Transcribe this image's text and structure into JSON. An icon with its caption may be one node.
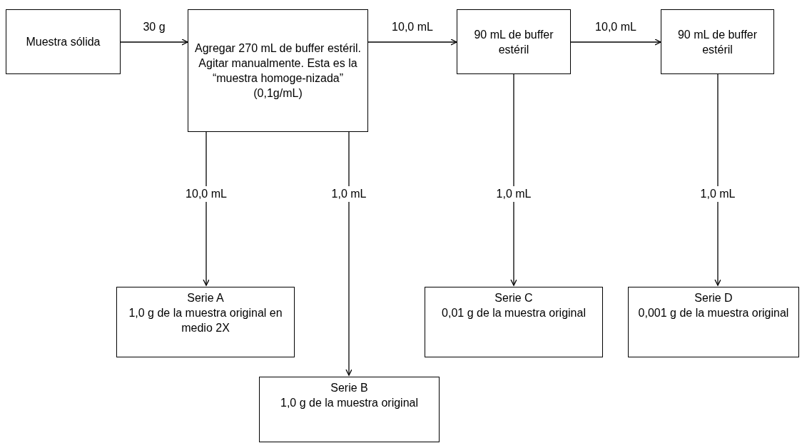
{
  "diagram": {
    "nodes": [
      {
        "text": [
          "Muestra sólida"
        ]
      },
      {
        "text": [
          "Agregar 270 mL de buffer estéril. Agitar manualmente. Esta es la “muestra homoge-nizada” (0,1g/mL)"
        ]
      },
      {
        "text": [
          "90 mL de buffer estéril"
        ]
      },
      {
        "text": [
          "90 mL de buffer estéril"
        ]
      },
      {
        "text": [
          "Serie A",
          "1,0 g de la muestra original en medio 2X"
        ]
      },
      {
        "text": [
          "Serie B",
          "1,0 g de la muestra original"
        ]
      },
      {
        "text": [
          "Serie C",
          "0,01 g de la muestra original"
        ]
      },
      {
        "text": [
          "Serie D",
          "0,001 g de la muestra original"
        ]
      }
    ],
    "edges": [
      {
        "from": 0,
        "to": 1,
        "arrow": "to",
        "label": "30 g"
      },
      {
        "from": 1,
        "to": 2,
        "arrow": "to",
        "label": "10,0 mL"
      },
      {
        "from": 2,
        "to": 3,
        "arrow": "to",
        "label": "10,0 mL"
      },
      {
        "from": 1,
        "to": 4,
        "arrow": "to",
        "label": "10,0 mL"
      },
      {
        "from": 1,
        "to": 5,
        "arrow": "to",
        "label": "1,0 mL"
      },
      {
        "from": 2,
        "to": 6,
        "arrow": "to",
        "label": "1,0 mL"
      },
      {
        "from": 3,
        "to": 7,
        "arrow": "to",
        "label": "1,0 mL"
      }
    ]
  }
}
